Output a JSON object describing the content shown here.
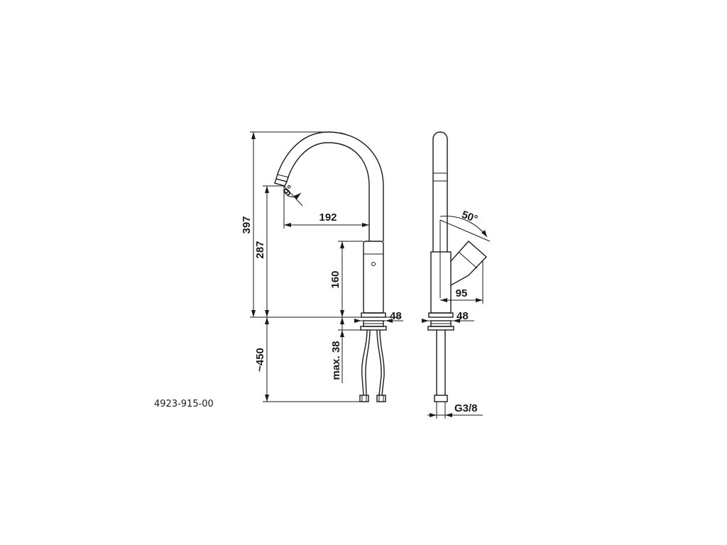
{
  "drawing_number": "4923-915-00",
  "dimensions": {
    "total_height": "397",
    "spout_height": "287",
    "reach": "192",
    "body_height": "160",
    "spout_angle": "9°",
    "base_diameter_front": "48",
    "max_deck_thickness": "max. 38",
    "hose_length": "~450",
    "lever_angle": "50°",
    "lever_reach": "95",
    "base_diameter_side": "48",
    "connection_thread": "G3/8"
  }
}
